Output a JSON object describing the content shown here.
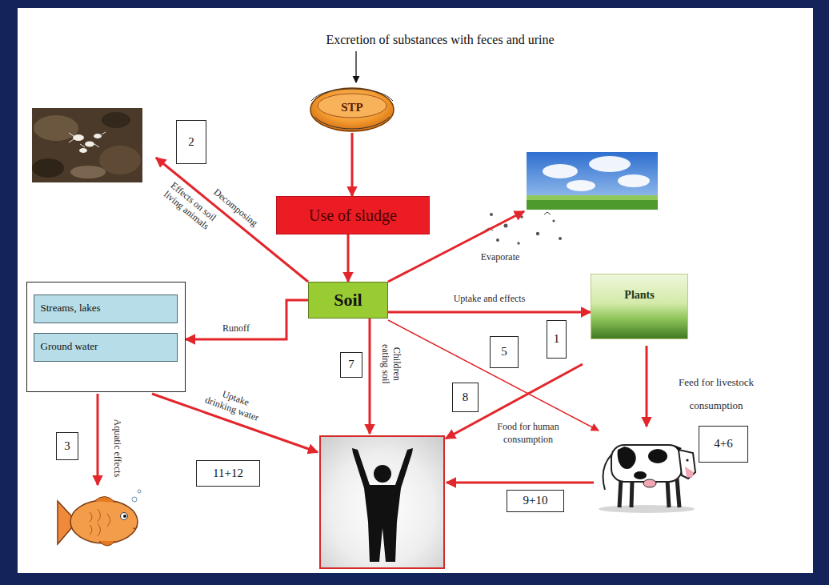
{
  "diagram": {
    "nodes": [
      {
        "text": [
          "STP"
        ]
      },
      {
        "text": [
          "Use of sludge"
        ]
      },
      {
        "text": [
          "Soil"
        ]
      },
      {
        "text": []
      },
      {
        "text": [
          "Streams, lakes"
        ],
        "in": 3
      },
      {
        "text": [
          "Ground water"
        ],
        "in": 3
      },
      {
        "text": [
          "Plants"
        ]
      }
    ],
    "edges": [
      {
        "from": 0,
        "to": 1,
        "arrow": "to"
      },
      {
        "from": 1,
        "to": 2,
        "arrow": "to"
      },
      {
        "from": 2,
        "to": 3,
        "label": "Runoff",
        "arrow": "to"
      },
      {
        "from": 2,
        "to": 6,
        "label": "Uptake and effects",
        "arrow": "to"
      }
    ],
    "labels": [
      "Excretion of substances with feces and urine",
      "2",
      "Decomposing",
      "Effects on soil living animals",
      "Evaporate",
      "1",
      "5",
      "8",
      "7",
      "Children eating soil",
      "Food for human consumption",
      "Feed for livestock consumption",
      "4+6",
      "3",
      "Aquatic effects",
      "Uptake drinking water",
      "11+12",
      "9+10"
    ]
  }
}
